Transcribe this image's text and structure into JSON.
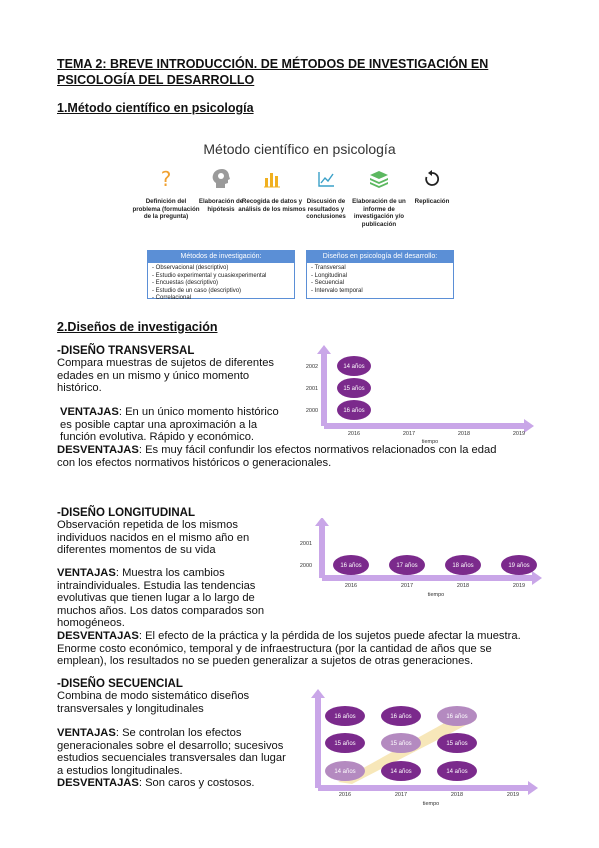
{
  "title": "TEMA 2: BREVE INTRODUCCIÓN. DE MÉTODOS DE INVESTIGACIÓN EN PSICOLOGÍA DEL DESARROLLO",
  "section1": "1.Método científico en psicología",
  "diagram": {
    "title": "Método científico en psicología",
    "steps": [
      {
        "icon": "question-mark-icon",
        "label": "Definición del problema (formulación de la pregunta)"
      },
      {
        "icon": "head-gear-icon",
        "label": "Elaboración de hipótesis"
      },
      {
        "icon": "bar-chart-icon",
        "label": "Recogida de datos y análisis de los mismos"
      },
      {
        "icon": "line-chart-icon",
        "label": "Discusión de resultados y conclusiones"
      },
      {
        "icon": "stack-icon",
        "label": "Elaboración de un informe de investigación y/o publicación"
      },
      {
        "icon": "replay-icon",
        "label": "Replicación"
      }
    ],
    "methods": {
      "header": "Métodos de investigación:",
      "items": [
        "Observacional (descriptivo)",
        "Estudio experimental y cuasiexperimental",
        "Encuestas (descriptivo)",
        "Estudio de un caso (descriptivo)",
        "Correlacional"
      ]
    },
    "designs": {
      "header": "Diseños en psicología del desarrollo:",
      "items": [
        "Transversal",
        "Longitudinal",
        "Secuencial",
        "Intervalo temporal"
      ]
    },
    "colors": {
      "question": "#f0a030",
      "head": "#9a9a9a",
      "bars": "#f0b020",
      "line": "#3aa0c8",
      "stack": "#5cb860",
      "replay": "#222222",
      "box": "#5b8fd6"
    }
  },
  "section2": "2.Diseños de investigación",
  "transversal": {
    "heading": "-DISEÑO TRANSVERSAL",
    "desc": "Compara muestras de sujetos de diferentes edades en un mismo y único momento histórico.",
    "ventajas_label": "VENTAJAS",
    "ventajas": ": En un único momento histórico es posible captar una aproximación a la función   evolutiva. Rápido y económico.",
    "desventajas_label": "DESVENTAJAS",
    "desventajas": ": Es muy fácil confundir los efectos normativos relacionados con la edad con los efectos normativos históricos o generacionales."
  },
  "longitudinal": {
    "heading": "-DISEÑO LONGITUDINAL",
    "desc": "Observación repetida de los mismos individuos nacidos en el mismo año en diferentes momentos de su vida",
    "ventajas_label": "VENTAJAS",
    "ventajas": ": Muestra los cambios intraindividuales. Estudia las tendencias evolutivas que tienen lugar a lo largo de muchos años. Los datos comparados son homogéneos.",
    "desventajas_label": "DESVENTAJAS",
    "desventajas": ": El efecto de la práctica y la pérdida de los sujetos puede afectar la muestra. Enorme costo económico, temporal y de infraestructura (por la cantidad de años que se emplean), los resultados no se pueden generalizar a sujetos de otras generaciones."
  },
  "secuencial": {
    "heading": "-DISEÑO SECUENCIAL",
    "desc": "Combina de modo sistemático diseños transversales y longitudinales",
    "ventajas_label": "VENTAJAS",
    "ventajas": ": Se controlan los efectos generacionales sobre el desarrollo; sucesivos estudios secuenciales transversales dan lugar a estudios longitudinales.",
    "desventajas_label": "DESVENTAJAS",
    "desventajas": ": Son caros y costosos."
  },
  "chart_data": [
    {
      "type": "diagram",
      "x": [
        "2016",
        "2017",
        "2018",
        "2019"
      ],
      "xlabel": "tiempo",
      "y": [
        "2002",
        "2001",
        "2000"
      ],
      "ovals": [
        {
          "x": "2016",
          "y": "2002",
          "label": "14 años"
        },
        {
          "x": "2016",
          "y": "2001",
          "label": "15 años"
        },
        {
          "x": "2016",
          "y": "2000",
          "label": "16 años"
        }
      ]
    },
    {
      "type": "diagram",
      "x": [
        "2016",
        "2017",
        "2018",
        "2019"
      ],
      "xlabel": "tiempo",
      "y": [
        "2001",
        "2000"
      ],
      "ovals": [
        {
          "x": "2016",
          "y": "2000",
          "label": "16 años"
        },
        {
          "x": "2017",
          "y": "2000",
          "label": "17 años"
        },
        {
          "x": "2018",
          "y": "2000",
          "label": "18 años"
        },
        {
          "x": "2019",
          "y": "2000",
          "label": "19 años"
        }
      ]
    },
    {
      "type": "diagram",
      "x": [
        "2016",
        "2017",
        "2018",
        "2019"
      ],
      "xlabel": "tiempo",
      "ovals": [
        {
          "x": "2016",
          "row": 0,
          "label": "16 años",
          "faded": false
        },
        {
          "x": "2017",
          "row": 0,
          "label": "16 años",
          "faded": false
        },
        {
          "x": "2018",
          "row": 0,
          "label": "16 años",
          "faded": true
        },
        {
          "x": "2016",
          "row": 1,
          "label": "15 años",
          "faded": false
        },
        {
          "x": "2017",
          "row": 1,
          "label": "15 años",
          "faded": true
        },
        {
          "x": "2018",
          "row": 1,
          "label": "15 años",
          "faded": false
        },
        {
          "x": "2016",
          "row": 2,
          "label": "14 años",
          "faded": true
        },
        {
          "x": "2017",
          "row": 2,
          "label": "14 años",
          "faded": false
        },
        {
          "x": "2018",
          "row": 2,
          "label": "14 años",
          "faded": false
        }
      ],
      "colors": {
        "axis": "#c9a6e8",
        "oval": "#7b2a8c",
        "oval_faded": "#b48ac0",
        "arrow": "#f5e1a8"
      }
    }
  ]
}
